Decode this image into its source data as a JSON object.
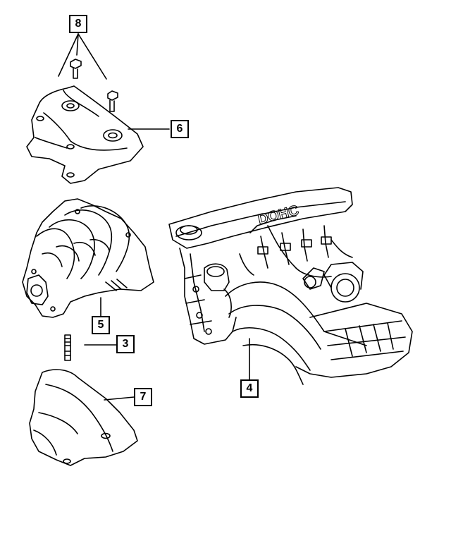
{
  "diagram": {
    "callouts": [
      {
        "id": "c8",
        "label": "8"
      },
      {
        "id": "c6",
        "label": "6"
      },
      {
        "id": "c5",
        "label": "5"
      },
      {
        "id": "c3",
        "label": "3"
      },
      {
        "id": "c7",
        "label": "7"
      },
      {
        "id": "c4",
        "label": "4"
      }
    ],
    "engine_text": "DOHC"
  }
}
